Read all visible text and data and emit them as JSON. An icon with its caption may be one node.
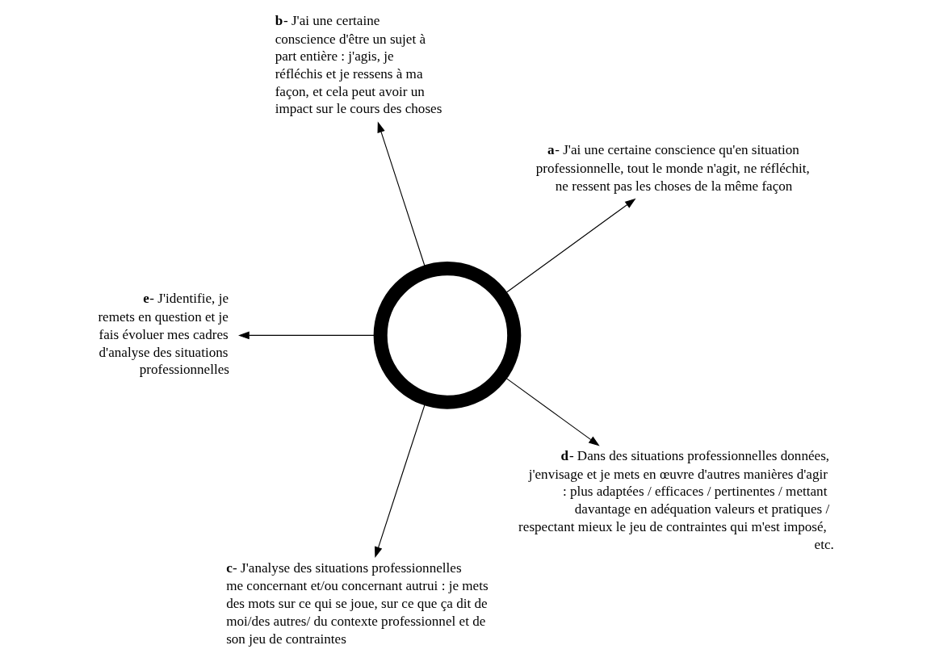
{
  "diagram": {
    "nodes": [
      {
        "text": [
          "**a**- J'ai une certaine conscience qu'en situation professionnelle, tout le monde n'agit, ne réfléchit, ne ressent pas les choses de la même façon"
        ]
      },
      {
        "text": [
          "**b**- J'ai une certaine conscience d'être un sujet à part entière : j'agis, je réfléchis et je ressens à ma façon, et cela peut avoir un impact sur le cours des choses"
        ]
      },
      {
        "text": [
          "**e**- J'identifie, je remets en question et je fais évoluer mes cadres d'analyse des situations professionnelles"
        ]
      },
      {
        "text": [],
        "shape": "spiral"
      },
      {
        "text": [
          "**c**- J'analyse des situations professionnelles me concernant et/ou concernant autrui : je mets des mots sur ce qui se joue, sur ce que ça dit de moi/des autres/ du contexte professionnel et de son jeu de contraintes"
        ]
      },
      {
        "text": [
          "**d**- Dans des situations professionnelles données, j'envisage et je mets en œuvre d'autres manières d'agir : plus adaptées / efficaces / pertinentes / mettant davantage en adéquation valeurs et pratiques / respectant mieux le jeu de contraintes qui m'est imposé, etc."
        ]
      }
    ],
    "edges": [
      {
        "from": 3,
        "to": 0,
        "arrow": "to"
      },
      {
        "from": 3,
        "to": 1,
        "arrow": "to"
      },
      {
        "from": 3,
        "to": 2,
        "arrow": "to"
      },
      {
        "from": 3,
        "to": 4,
        "arrow": "to"
      },
      {
        "from": 3,
        "to": 5,
        "arrow": "to"
      }
    ]
  }
}
